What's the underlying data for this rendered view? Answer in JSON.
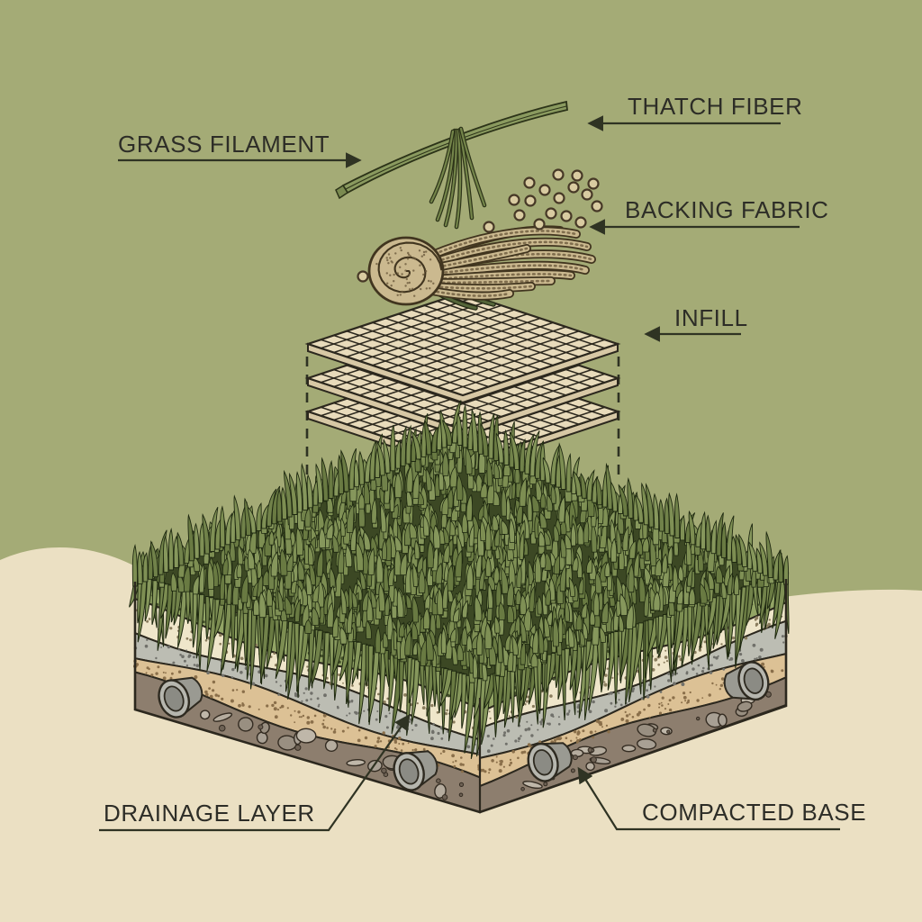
{
  "labels": {
    "grass_filament": "GRASS FILAMENT",
    "thatch_fiber": "THATCH FIBER",
    "backing_fabric": "BACKING FABRIC",
    "infill": "INFILL",
    "drainage_layer": "DRAINAGE LAYER",
    "compacted_base": "COMPACTED BASE"
  },
  "colors": {
    "background_green": "#a4ab76",
    "background_sand": "#ebe0c3",
    "label_text": "#2d2d27",
    "line": "#2f3323",
    "grass_green": "#7d8e52",
    "grass_dark": "#1f2911",
    "turf_backing_green": "#93a566",
    "sand_cream": "#efe6ca",
    "drainage_gray": "#bcbdb3",
    "sand_tan": "#dcc195",
    "gravel_brown": "#8d7e6e",
    "backing_sheet": "#e8dbbb",
    "thatch_tan": "#cbb98f",
    "infill_granule": "#d9cba1"
  }
}
